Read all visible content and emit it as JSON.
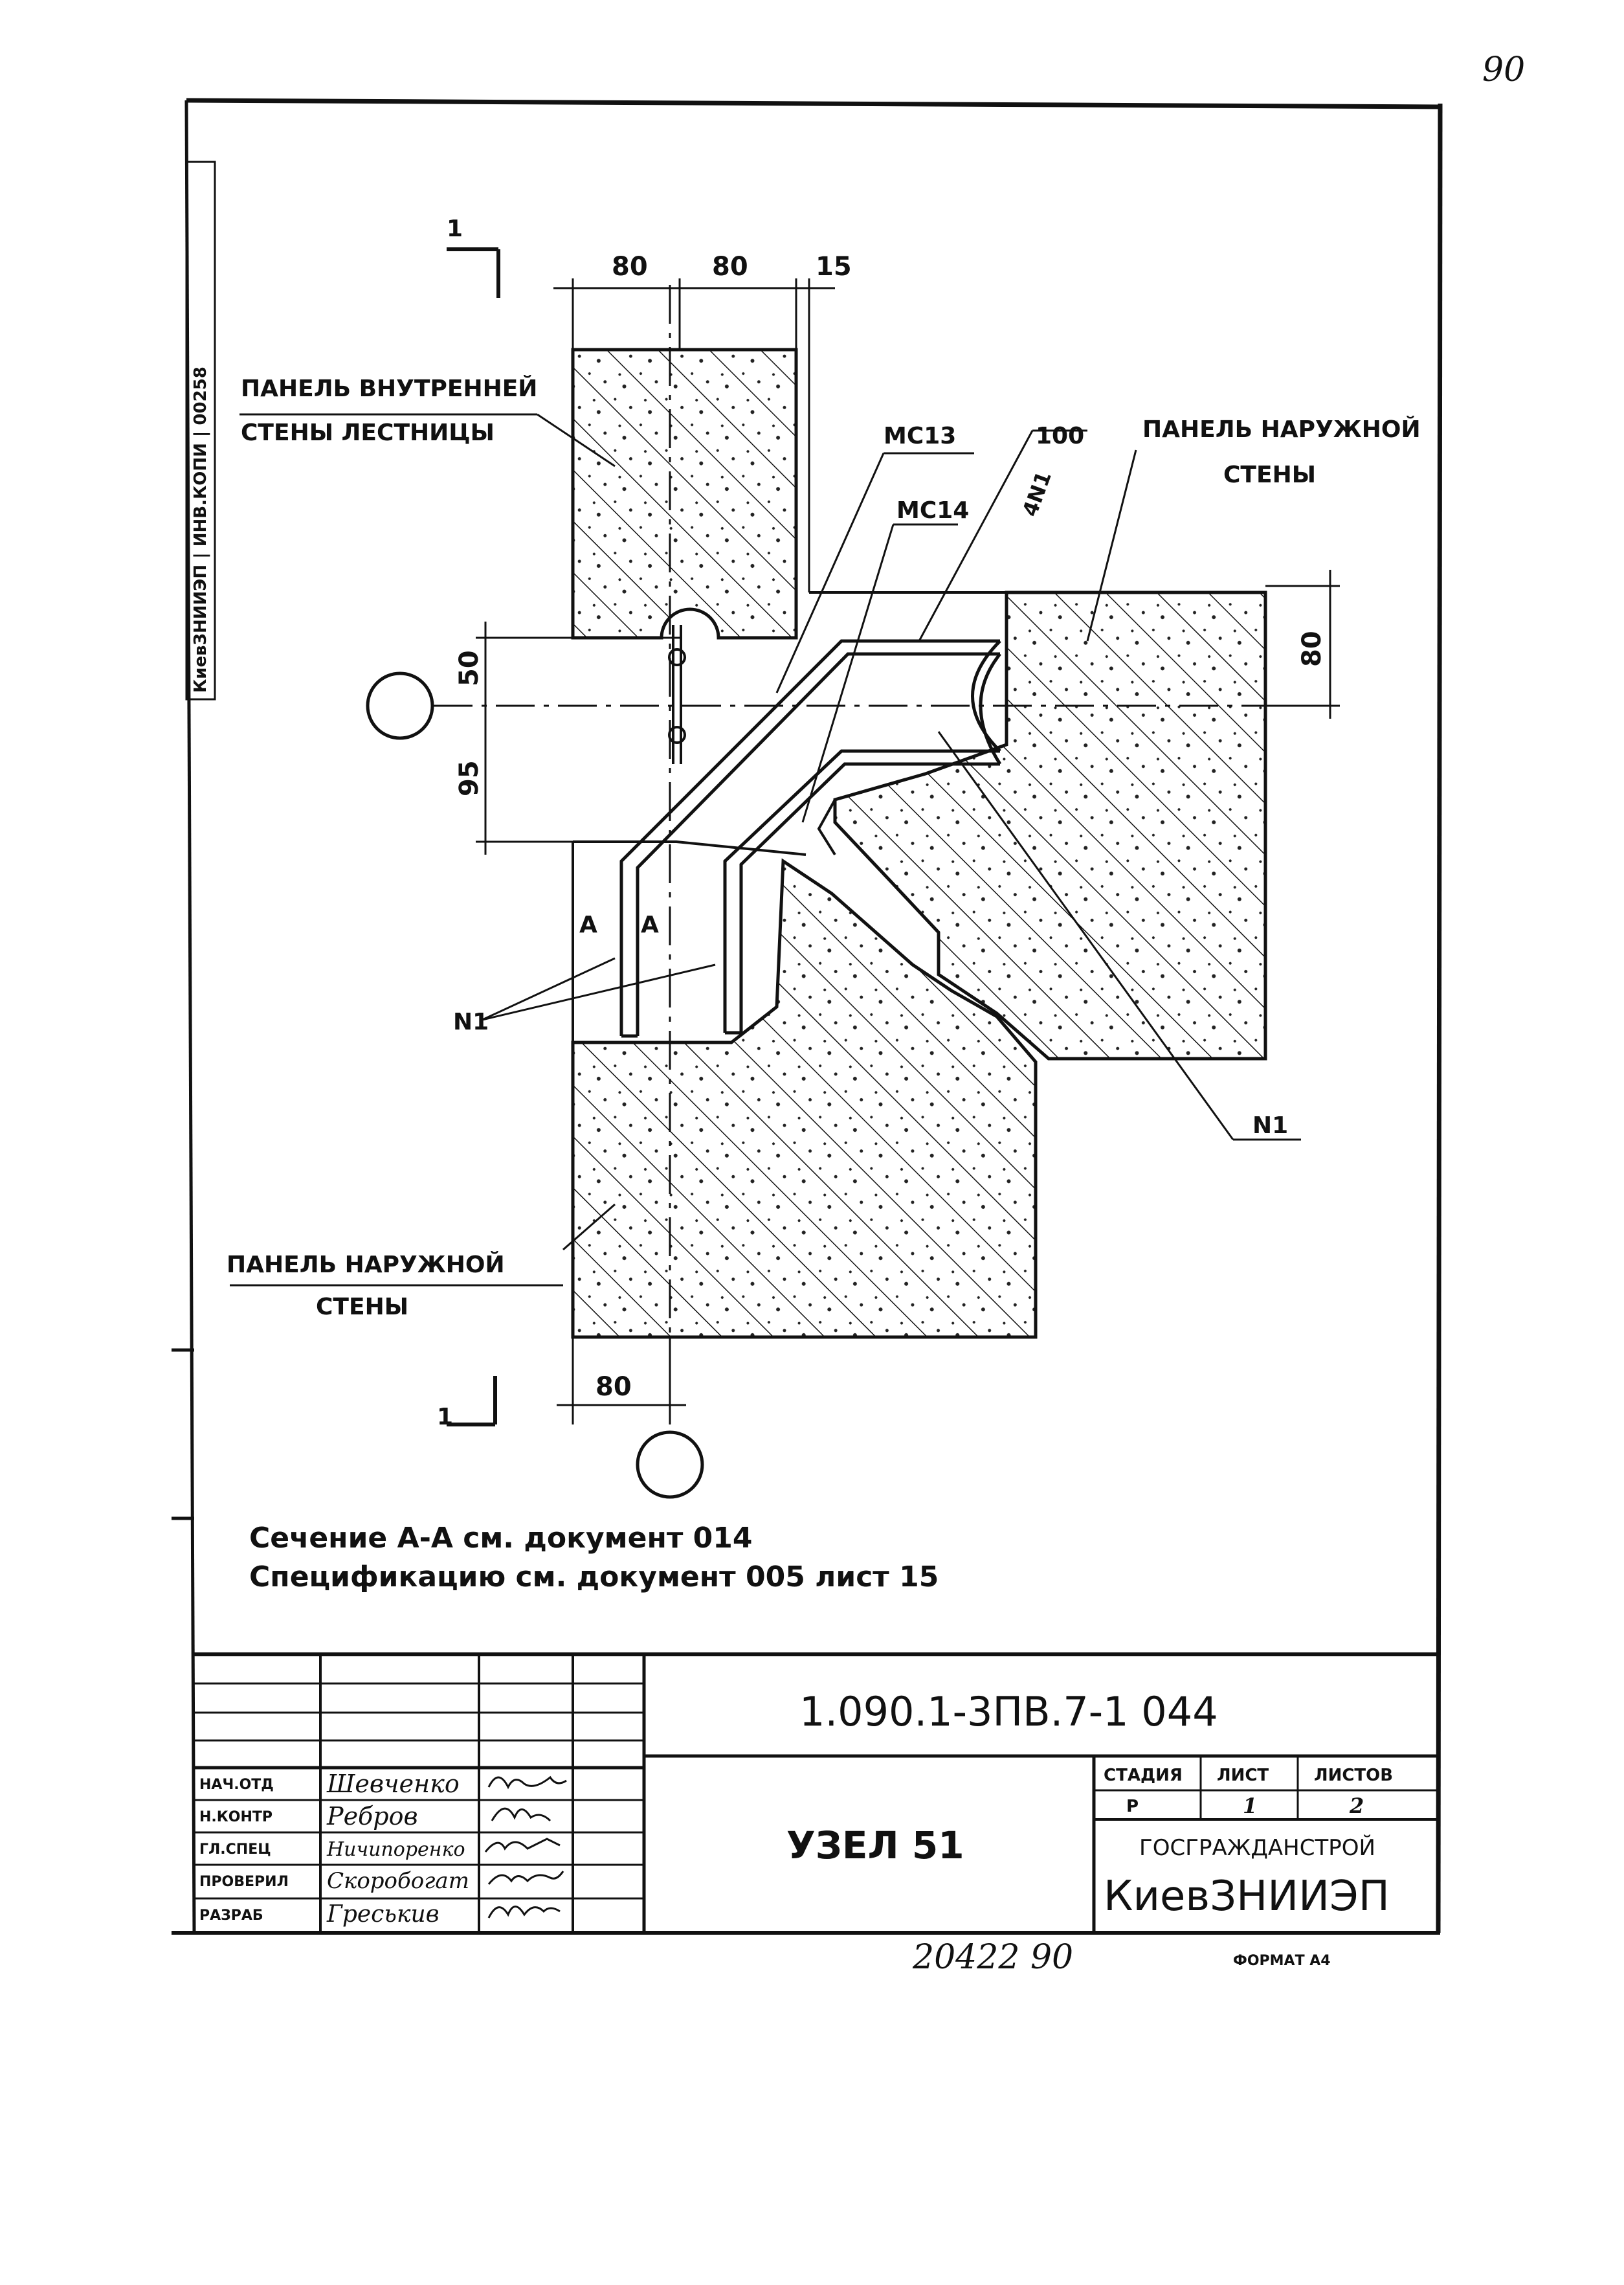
{
  "sheet_number_handwritten": "90",
  "margin_stamp": "КиевЗНИИЭП | ИНВ.КОПИ | 00258",
  "labels": {
    "inner_wall_panel_l1": "ПАНЕЛЬ ВНУТРЕННЕЙ",
    "inner_wall_panel_l2": "СТЕНЫ ЛЕСТНИЦЫ",
    "outer_wall_panel_top_l1": "ПАНЕЛЬ НАРУЖНОЙ",
    "outer_wall_panel_top_l2": "СТЕНЫ",
    "outer_wall_panel_bottom_l1": "ПАНЕЛЬ НАРУЖНОЙ",
    "outer_wall_panel_bottom_l2": "СТЕНЫ",
    "mc13": "МС13",
    "mc14": "МС14",
    "n1_leader": "4N1",
    "n1_left": "N1",
    "n1_right": "N1",
    "dim_100": "100",
    "section_a_left": "А",
    "section_a_right": "А",
    "section_1_top": "1",
    "section_1_bottom": "1"
  },
  "dimensions": {
    "top_80_left": "80",
    "top_80_right": "80",
    "top_15": "15",
    "right_80": "80",
    "left_50": "50",
    "left_95": "95",
    "bottom_80": "80"
  },
  "notes": {
    "line1": "Сечение А-А см. документ 014",
    "line2": "Спецификацию см. документ 005  лист 15"
  },
  "title_block": {
    "doc_code": "1.090.1-3ПВ.7-1  044",
    "title": "УЗЕЛ 51",
    "stage_header": "СТАДИЯ",
    "sheet_header": "ЛИСТ",
    "sheets_header": "ЛИСТОВ",
    "stage": "Р",
    "sheet": "1",
    "sheets": "2",
    "org_line1": "ГОСГРАЖДАНСТРОЙ",
    "org_line2": "КиевЗНИИЭП",
    "roles": [
      {
        "role": "НАЧ.ОТД",
        "name": "Шевченко"
      },
      {
        "role": "Н.КОНТР",
        "name": "Ребров"
      },
      {
        "role": "ГЛ.СПЕЦ",
        "name": "Ничипоренко"
      },
      {
        "role": "ПРОВЕРИЛ",
        "name": "Скоробогат"
      },
      {
        "role": "РАЗРАБ",
        "name": "Греськив"
      }
    ]
  },
  "footer": {
    "inventory": "20422  90",
    "format": "ФОРМАТ А4"
  }
}
